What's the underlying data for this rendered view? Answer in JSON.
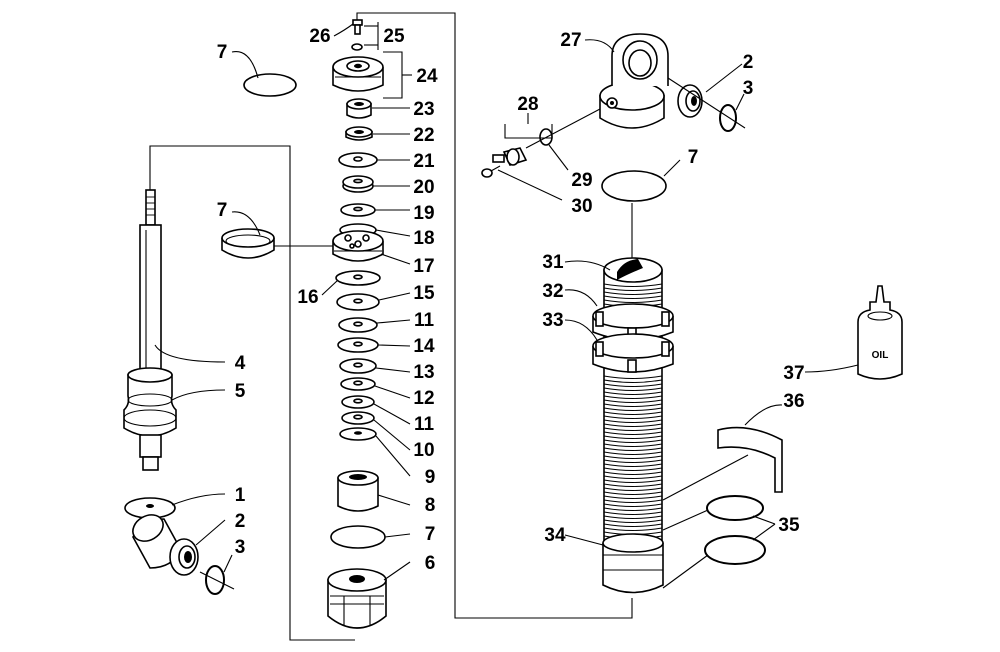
{
  "diagram": {
    "callouts": [
      {
        "id": "c7a",
        "text": "7"
      },
      {
        "id": "c26",
        "text": "26"
      },
      {
        "id": "c25",
        "text": "25"
      },
      {
        "id": "c24",
        "text": "24"
      },
      {
        "id": "c23",
        "text": "23"
      },
      {
        "id": "c22",
        "text": "22"
      },
      {
        "id": "c21",
        "text": "21"
      },
      {
        "id": "c20",
        "text": "20"
      },
      {
        "id": "c19",
        "text": "19"
      },
      {
        "id": "c18",
        "text": "18"
      },
      {
        "id": "c7b",
        "text": "7"
      },
      {
        "id": "c17",
        "text": "17"
      },
      {
        "id": "c16",
        "text": "16"
      },
      {
        "id": "c15",
        "text": "15"
      },
      {
        "id": "c11a",
        "text": "11"
      },
      {
        "id": "c14",
        "text": "14"
      },
      {
        "id": "c13",
        "text": "13"
      },
      {
        "id": "c12",
        "text": "12"
      },
      {
        "id": "c11b",
        "text": "11"
      },
      {
        "id": "c10",
        "text": "10"
      },
      {
        "id": "c9",
        "text": "9"
      },
      {
        "id": "c8",
        "text": "8"
      },
      {
        "id": "c7c",
        "text": "7"
      },
      {
        "id": "c6",
        "text": "6"
      },
      {
        "id": "c4",
        "text": "4"
      },
      {
        "id": "c5",
        "text": "5"
      },
      {
        "id": "c1",
        "text": "1"
      },
      {
        "id": "c2a",
        "text": "2"
      },
      {
        "id": "c3a",
        "text": "3"
      },
      {
        "id": "c27",
        "text": "27"
      },
      {
        "id": "c2b",
        "text": "2"
      },
      {
        "id": "c3b",
        "text": "3"
      },
      {
        "id": "c28",
        "text": "28"
      },
      {
        "id": "c29",
        "text": "29"
      },
      {
        "id": "c30",
        "text": "30"
      },
      {
        "id": "c7d",
        "text": "7"
      },
      {
        "id": "c31",
        "text": "31"
      },
      {
        "id": "c32",
        "text": "32"
      },
      {
        "id": "c33",
        "text": "33"
      },
      {
        "id": "c37",
        "text": "37"
      },
      {
        "id": "c36",
        "text": "36"
      },
      {
        "id": "c35",
        "text": "35"
      },
      {
        "id": "c34",
        "text": "34"
      }
    ],
    "oil_label": "OIL"
  }
}
